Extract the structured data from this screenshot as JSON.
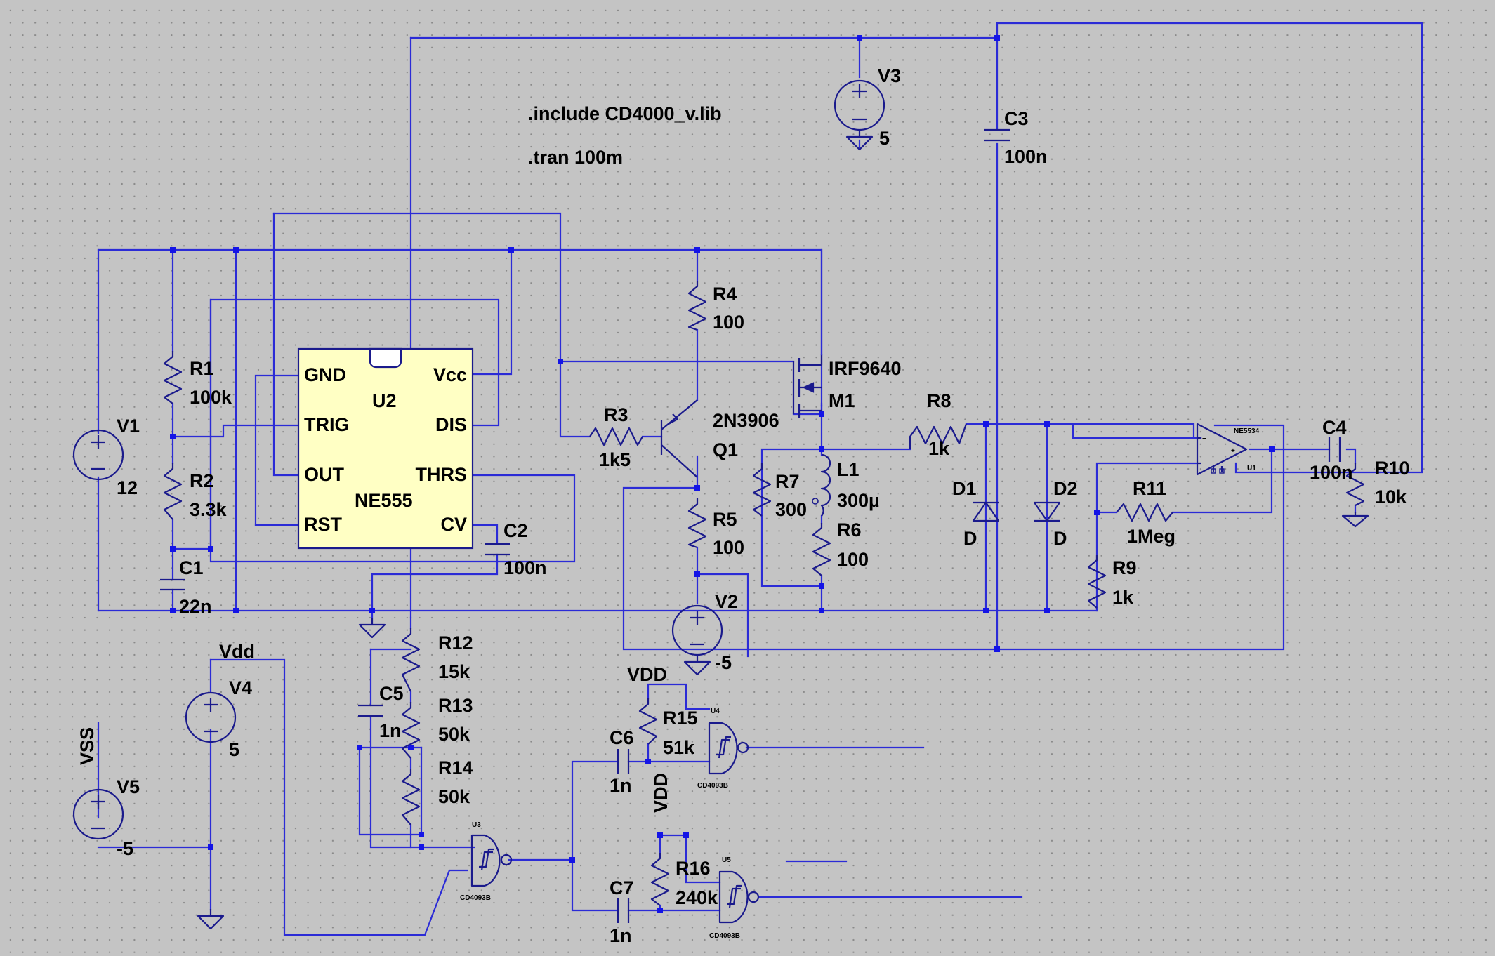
{
  "directives": {
    "include": ".include CD4000_v.lib",
    "tran": ".tran 100m"
  },
  "ne555": {
    "ref": "U2",
    "part": "NE555",
    "pins": {
      "gnd": "GND",
      "trig": "TRIG",
      "out": "OUT",
      "rst": "RST",
      "vcc": "Vcc",
      "dis": "DIS",
      "thrs": "THRS",
      "cv": "CV"
    }
  },
  "sources": {
    "v1": {
      "name": "V1",
      "value": "12"
    },
    "v2": {
      "name": "V2",
      "value": "-5"
    },
    "v3": {
      "name": "V3",
      "value": "5"
    },
    "v4": {
      "name": "V4",
      "value": "5"
    },
    "v5": {
      "name": "V5",
      "value": "-5"
    }
  },
  "resistors": {
    "r1": {
      "name": "R1",
      "value": "100k"
    },
    "r2": {
      "name": "R2",
      "value": "3.3k"
    },
    "r3": {
      "name": "R3",
      "value": "1k5"
    },
    "r4": {
      "name": "R4",
      "value": "100"
    },
    "r5": {
      "name": "R5",
      "value": "100"
    },
    "r6": {
      "name": "R6",
      "value": "100"
    },
    "r7": {
      "name": "R7",
      "value": "300"
    },
    "r8": {
      "name": "R8",
      "value": "1k"
    },
    "r9": {
      "name": "R9",
      "value": "1k"
    },
    "r10": {
      "name": "R10",
      "value": "10k"
    },
    "r11": {
      "name": "R11",
      "value": "1Meg"
    },
    "r12": {
      "name": "R12",
      "value": "15k"
    },
    "r13": {
      "name": "R13",
      "value": "50k"
    },
    "r14": {
      "name": "R14",
      "value": "50k"
    },
    "r15": {
      "name": "R15",
      "value": "51k"
    },
    "r16": {
      "name": "R16",
      "value": "240k"
    }
  },
  "capacitors": {
    "c1": {
      "name": "C1",
      "value": "22n"
    },
    "c2": {
      "name": "C2",
      "value": "100n"
    },
    "c3": {
      "name": "C3",
      "value": "100n"
    },
    "c4": {
      "name": "C4",
      "value": "100n"
    },
    "c5": {
      "name": "C5",
      "value": "1n"
    },
    "c6": {
      "name": "C6",
      "value": "1n"
    },
    "c7": {
      "name": "C7",
      "value": "1n"
    }
  },
  "inductor": {
    "name": "L1",
    "value": "300µ"
  },
  "transistors": {
    "q1": {
      "name": "Q1",
      "part": "2N3906"
    },
    "m1": {
      "name": "M1",
      "part": "IRF9640"
    }
  },
  "diodes": {
    "d1": {
      "name": "D1",
      "model": "D"
    },
    "d2": {
      "name": "D2",
      "model": "D"
    }
  },
  "opamp": {
    "ref": "U1",
    "part": "NE5534"
  },
  "gates": {
    "u3": {
      "ref": "U3",
      "part": "CD4093B"
    },
    "u4": {
      "ref": "U4",
      "part": "CD4093B"
    },
    "u5": {
      "ref": "U5",
      "part": "CD4093B"
    }
  },
  "net_labels": {
    "vdd_top": "Vdd",
    "vdd_r15": "VDD",
    "vdd_r16": "VDD",
    "vss": "VSS"
  }
}
